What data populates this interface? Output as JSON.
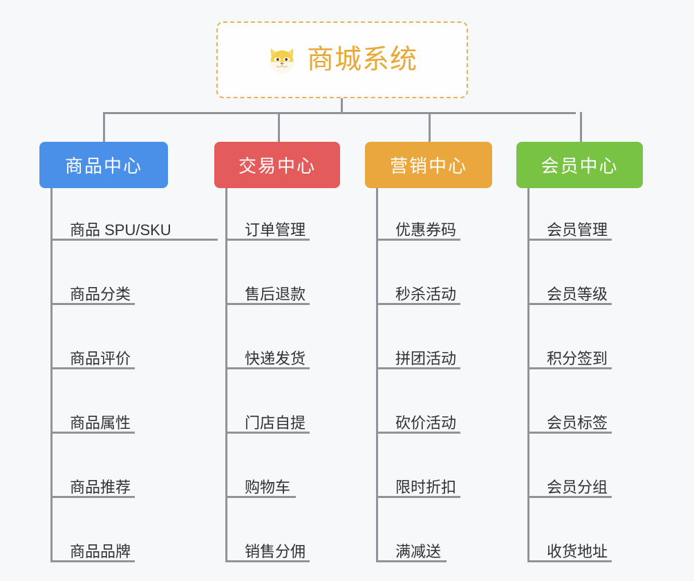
{
  "page": {
    "background_color": "#f7f8f9",
    "line_color": "#909399",
    "leaf_text_color": "#303133"
  },
  "root": {
    "title": "商城系统",
    "icon": "shiba-dog-face-icon",
    "border_color": "#e8b259",
    "text_color": "#e8a838",
    "background_color": "#fefefe"
  },
  "branches": [
    {
      "label": "商品中心",
      "color": "#4a90e8",
      "items": [
        "商品 SPU/SKU",
        "商品分类",
        "商品评价",
        "商品属性",
        "商品推荐",
        "商品品牌"
      ]
    },
    {
      "label": "交易中心",
      "color": "#e35b5b",
      "items": [
        "订单管理",
        "售后退款",
        "快递发货",
        "门店自提",
        "购物车",
        "销售分佣"
      ]
    },
    {
      "label": "营销中心",
      "color": "#eaa73d",
      "items": [
        "优惠券码",
        "秒杀活动",
        "拼团活动",
        "砍价活动",
        "限时折扣",
        "满减送"
      ]
    },
    {
      "label": "会员中心",
      "color": "#78c244",
      "items": [
        "会员管理",
        "会员等级",
        "积分签到",
        "会员标签",
        "会员分组",
        "收货地址"
      ]
    }
  ]
}
